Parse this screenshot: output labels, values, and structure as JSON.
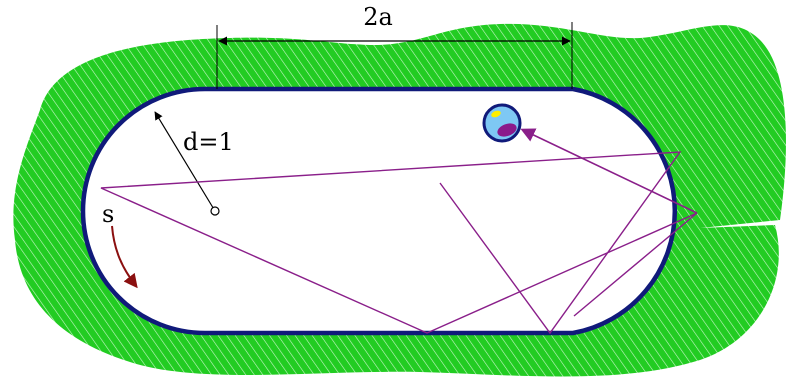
{
  "labels": {
    "width": "2a",
    "radius": "d=1",
    "arclength": "s"
  },
  "colors": {
    "region_fill": "#22cc22",
    "region_hatch": "#bff5bf",
    "boundary": "#101a7a",
    "trajectory": "#8a1f8a",
    "arclength_arrow": "#8b1010",
    "ball_fill": "#7ec8f4",
    "ball_spot": "#ffee00",
    "ball_shadow": "#8b1a8b"
  },
  "icons": {
    "ball": "billiard-ball-icon"
  }
}
